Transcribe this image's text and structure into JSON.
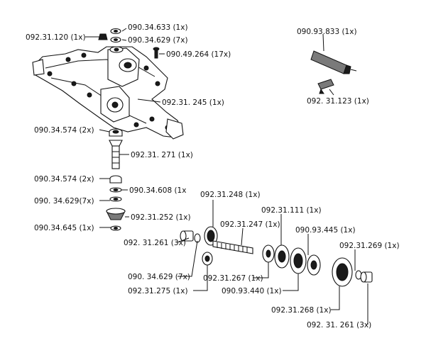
{
  "labels": {
    "l01": "092.31.120 (1x)",
    "l02": "090.34.633 (1x)",
    "l03": "090.34.629 (7x)",
    "l04": "090.49.264 (17x)",
    "l05": "092.31. 245 (1x)",
    "l06": "090.93.833 (1x)",
    "l07": "092. 31.123 (1x)",
    "l08": "090.34.574 (2x)",
    "l09": "092.31. 271 (1x)",
    "l10": "090.34.574 (2x)",
    "l11": "090.34.608 (1x",
    "l12": "090. 34.629(7x)",
    "l13": "092.31.252 (1x)",
    "l14": "090.34.645 (1x)",
    "l15": "092.31.248 (1x)",
    "l16": "092.31.111 (1x)",
    "l17": "092.31.247 (1x)",
    "l18": "090.93.445 (1x)",
    "l19": "092.31.269 (1x)",
    "l20": "092. 31.261 (3x)",
    "l21": "090. 34.629 (7x)",
    "l22": "092.31.267 (1x)",
    "l23": "092.31.275 (1x)",
    "l24": "090.93.440 (1x)",
    "l25": "092.31.268 (1x)",
    "l26": "092. 31. 261 (3x)"
  }
}
